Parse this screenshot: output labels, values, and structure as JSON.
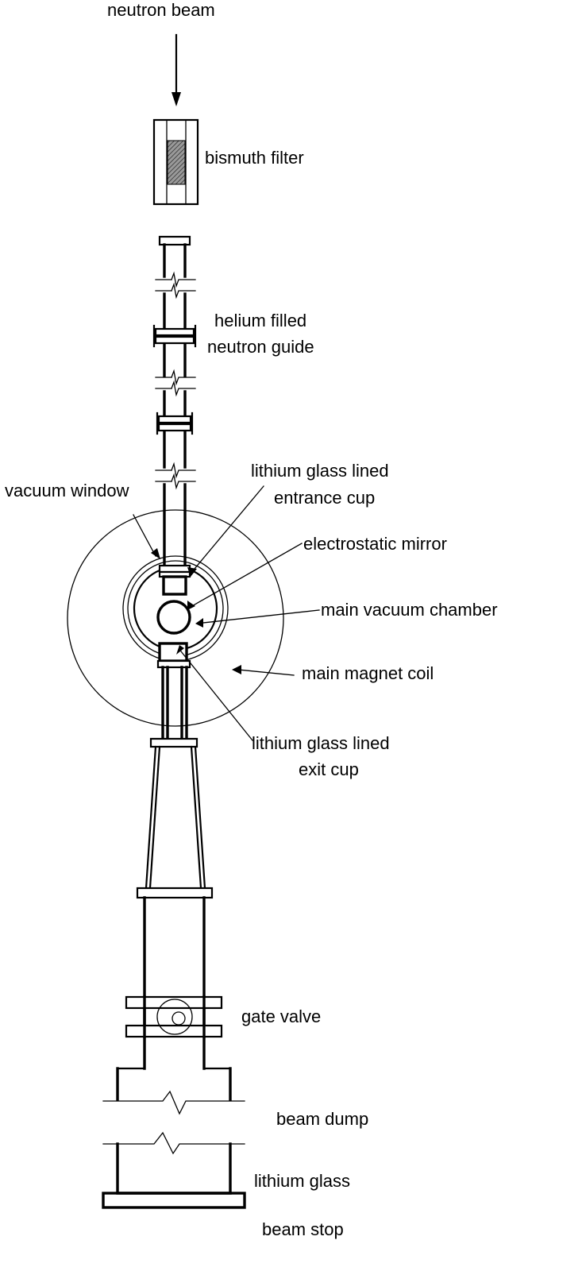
{
  "labels": {
    "neutron_beam": "neutron beam",
    "bismuth_filter": "bismuth filter",
    "helium_guide_1": "helium filled",
    "helium_guide_2": "neutron guide",
    "vacuum_window": "vacuum window",
    "entrance_cup_1": "lithium glass lined",
    "entrance_cup_2": "entrance cup",
    "electrostatic_mirror": "electrostatic mirror",
    "main_vacuum_chamber": "main vacuum chamber",
    "main_magnet_coil": "main magnet coil",
    "exit_cup_1": "lithium glass lined",
    "exit_cup_2": "exit cup",
    "gate_valve": "gate valve",
    "beam_dump": "beam dump",
    "beam_stop_1": "lithium glass",
    "beam_stop_2": "beam stop"
  },
  "colors": {
    "line": "#000000",
    "background": "#ffffff",
    "filter_hatch": "#555555"
  }
}
